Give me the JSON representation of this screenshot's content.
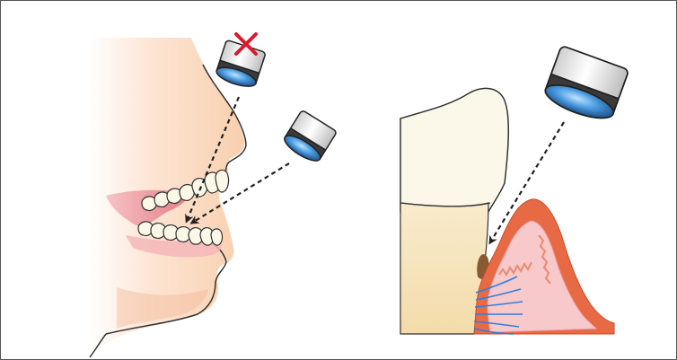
{
  "figure": {
    "panels": [
      {
        "id": "face-profile",
        "subject": "face-profile-with-teeth"
      },
      {
        "id": "tooth-closeup",
        "subject": "tooth-and-gum-cross-section"
      }
    ],
    "marks": {
      "rejected_camera": "red-x-icon"
    },
    "colors": {
      "frame": "#555555",
      "skin": "#f9d2b4",
      "lip": "#e8898f",
      "tooth": "#f8f5e3",
      "root": "#f5e3ba",
      "gum": "#e86a45",
      "gum_inner": "#f7c9cb",
      "cross": "#d81b2c",
      "lens": "#3d8fd4",
      "arrow": "#222222",
      "fibers": "#2f7fe0",
      "stain": "#8a5a32"
    },
    "icons": [
      "camera-icon",
      "red-x-icon",
      "dashed-arrow-icon"
    ]
  }
}
